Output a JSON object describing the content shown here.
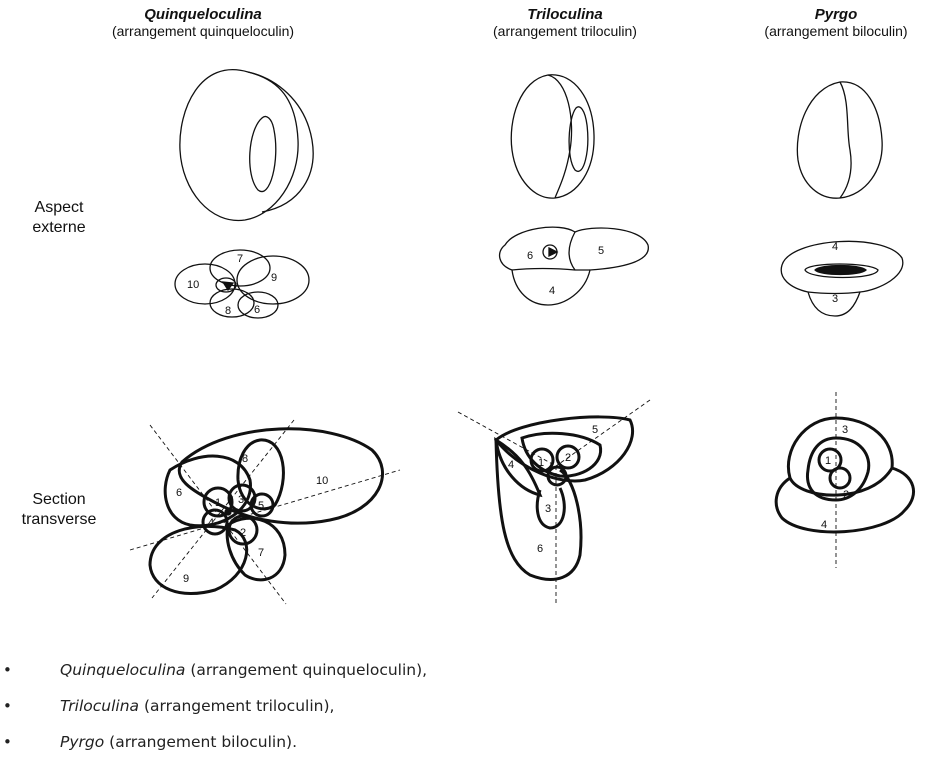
{
  "columns": [
    {
      "genus": "Quinqueloculina",
      "arrangement": "(arrangement quinqueloculin)",
      "apertural_labels": [
        "7",
        "10",
        "9",
        "8",
        "6"
      ],
      "section_labels": [
        "8",
        "10",
        "6",
        "1",
        "3",
        "5",
        "2",
        "4",
        "7",
        "9"
      ]
    },
    {
      "genus": "Triloculina",
      "arrangement": "(arrangement triloculin)",
      "apertural_labels": [
        "6",
        "5",
        "4"
      ],
      "section_labels": [
        "5",
        "4",
        "1",
        "2",
        "3",
        "6"
      ]
    },
    {
      "genus": "Pyrgo",
      "arrangement": "(arrangement biloculin)",
      "apertural_labels": [
        "4",
        "3"
      ],
      "section_labels": [
        "3",
        "1",
        "2",
        "4"
      ]
    }
  ],
  "row_labels": {
    "external": [
      "Aspect",
      "externe"
    ],
    "section": [
      "Section",
      "transverse"
    ]
  },
  "caption_items": [
    {
      "genus": "Quinqueloculina",
      "rest": " (arrangement quinqueloculin),"
    },
    {
      "genus": "Triloculina",
      "rest": " (arrangement triloculin),"
    },
    {
      "genus": "Pyrgo",
      "rest": " (arrangement biloculin)."
    }
  ],
  "bullet": "•"
}
